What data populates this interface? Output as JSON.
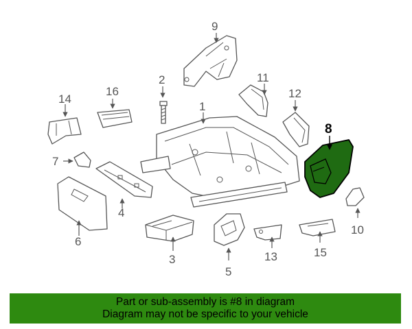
{
  "diagram": {
    "highlight_color": "#1f6b12",
    "highlighted_callout": "8",
    "callouts": [
      "1",
      "2",
      "3",
      "4",
      "5",
      "6",
      "7",
      "8",
      "9",
      "10",
      "11",
      "12",
      "13",
      "14",
      "15",
      "16"
    ]
  },
  "banner": {
    "background": "#2e8a10",
    "line1": "Part or sub-assembly is #8 in diagram",
    "line2": "Diagram may not be specific to your vehicle"
  }
}
